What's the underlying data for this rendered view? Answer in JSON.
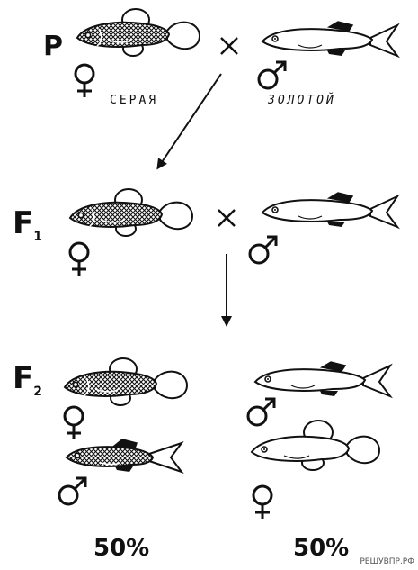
{
  "generations": {
    "p": "P",
    "f1": "F",
    "f1_sub": "1",
    "f2": "F",
    "f2_sub": "2"
  },
  "captions": {
    "grey": "СЕРАЯ",
    "golden": "ЗОЛОТОЙ"
  },
  "symbols": {
    "cross": "×",
    "female": "♀",
    "male": "♂"
  },
  "ratios": {
    "left": "50%",
    "right": "50%"
  },
  "watermark": "РЕШУВПР.РФ",
  "colors": {
    "ink": "#111111",
    "paper": "#ffffff"
  }
}
